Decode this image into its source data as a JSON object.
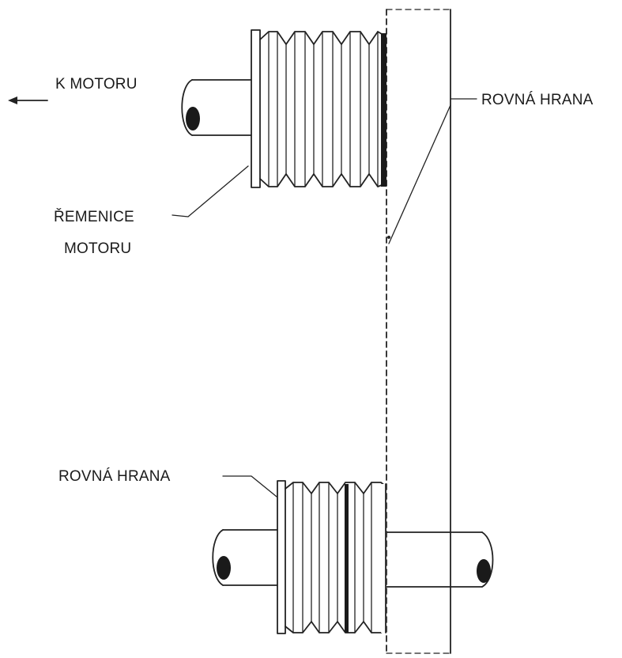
{
  "labels": {
    "to_motor": "K MOTORU",
    "straight_edge_top": "ROVNÁ HRANA",
    "motor_pulley_line1": "ŘEMENICE",
    "motor_pulley_line2": "MOTORU",
    "straight_edge_bottom": "ROVNÁ HRANA"
  },
  "icons": {
    "direction_arrow": "arrow-left-icon"
  }
}
